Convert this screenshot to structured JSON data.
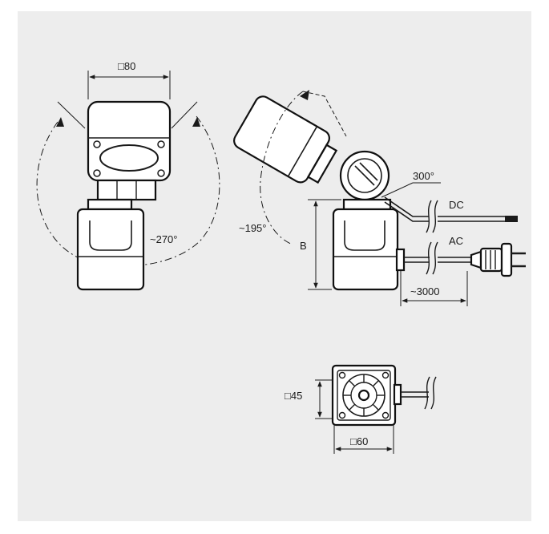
{
  "labels": {
    "square80": "□80",
    "deg270": "~270°",
    "deg195": "~195°",
    "deg300": "300°",
    "dim_b": "B",
    "dc": "DC",
    "ac": "AC",
    "len3000": "~3000",
    "square45": "□45",
    "square60": "□60"
  },
  "colors": {
    "background": "#ededed",
    "line": "#1a1a1a"
  }
}
